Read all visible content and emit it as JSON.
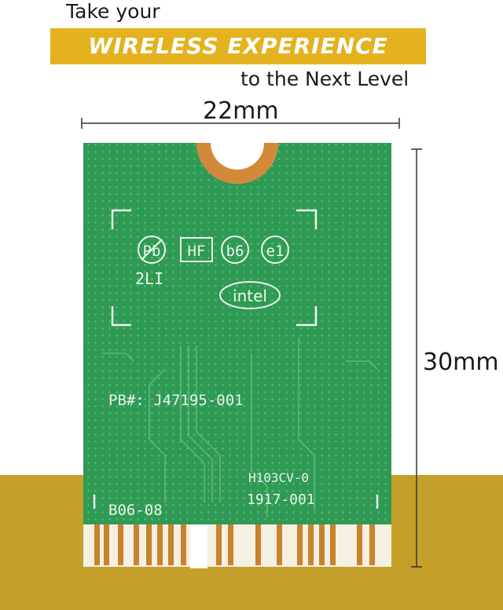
{
  "headline": {
    "line1": "Take your",
    "banner": "WIRELESS EXPERIENCE",
    "line2": "to the Next Level"
  },
  "dimensions": {
    "width": "22mm",
    "height": "30mm"
  },
  "card": {
    "marks": [
      "Pb",
      "HF",
      "b6",
      "e1"
    ],
    "code_2li": "2LI",
    "brand": "intel",
    "pb_number": "PB#: J47195-001",
    "hw_code": "H103CV-0",
    "date_code": "1917-001",
    "board_code": "B06-08"
  },
  "colors": {
    "banner": "#e3b21e",
    "gold_band": "#c4a02a",
    "pcb_green": "#2f9a54",
    "gold_contact": "#c9822e"
  }
}
